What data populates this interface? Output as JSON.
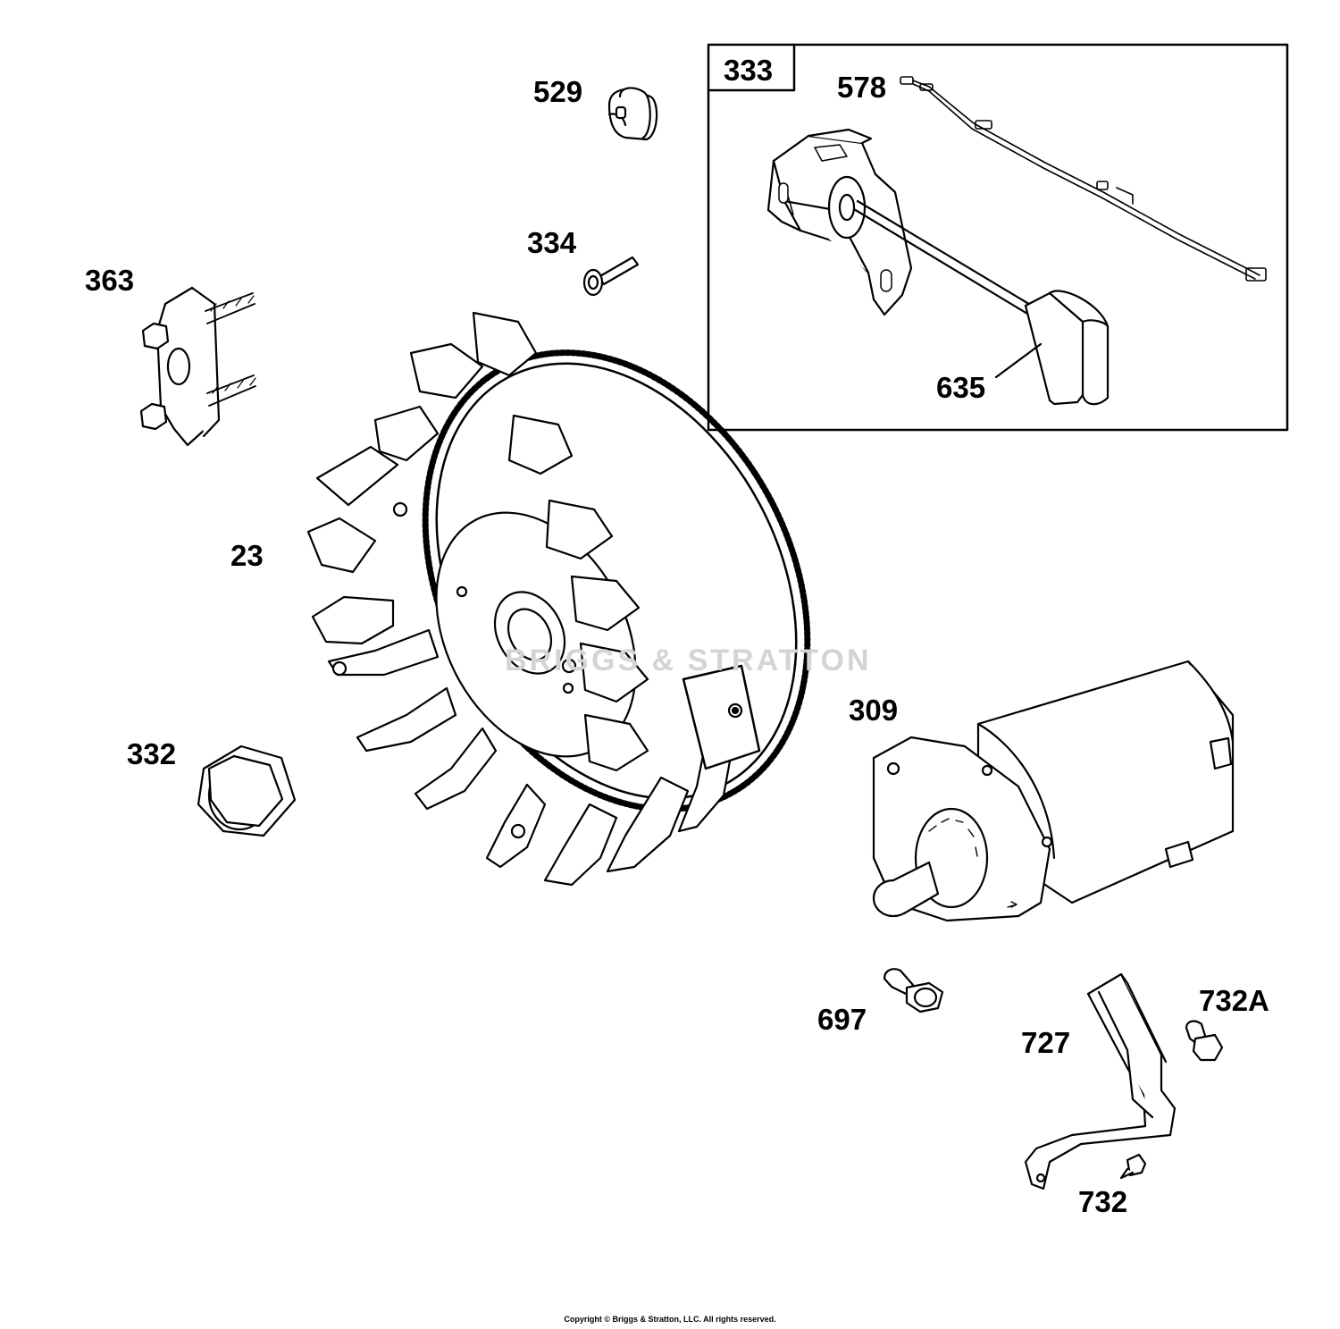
{
  "diagram": {
    "kit": {
      "number": "333"
    },
    "watermark": "BRIGGS & STRATTON",
    "parts": [
      {
        "id": "529"
      },
      {
        "id": "334"
      },
      {
        "id": "363"
      },
      {
        "id": "23"
      },
      {
        "id": "332"
      },
      {
        "id": "578"
      },
      {
        "id": "635"
      },
      {
        "id": "309"
      },
      {
        "id": "697"
      },
      {
        "id": "727"
      },
      {
        "id": "732A"
      },
      {
        "id": "732"
      }
    ],
    "copyright": "Copyright © Briggs & Stratton, LLC. All rights reserved."
  }
}
